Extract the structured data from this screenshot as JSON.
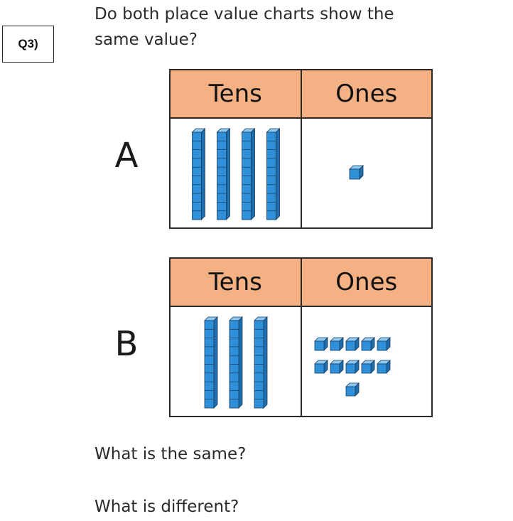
{
  "question_label": "Q3)",
  "question_text": "Do both place value charts show the same value?",
  "charts": [
    {
      "label": "A",
      "header_tens": "Tens",
      "header_ones": "Ones",
      "tens_rods": 4,
      "ones_cubes": 1
    },
    {
      "label": "B",
      "header_tens": "Tens",
      "header_ones": "Ones",
      "tens_rods": 3,
      "ones_cubes": 11
    }
  ],
  "prompts": {
    "same": "What is the same?",
    "different": "What is different?"
  },
  "colors": {
    "header_fill": "#f4b183",
    "block_face": "#2f8fd8",
    "block_top": "#8ccaf3",
    "block_side": "#1f6fb0",
    "block_outline": "#173a5c"
  }
}
